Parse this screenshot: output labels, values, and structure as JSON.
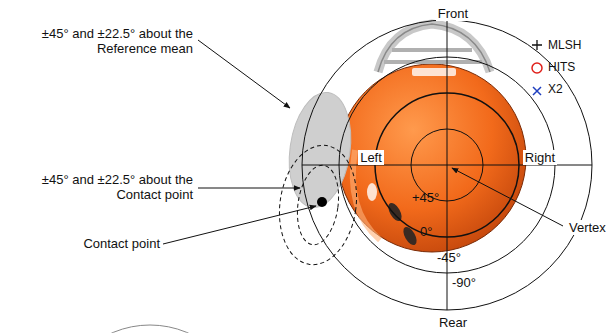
{
  "diagram": {
    "labels": [
      "±45° and ±22.5° about the Reference mean",
      "±45° and ±22.5° about the Contact point",
      "Contact point",
      "Front",
      "Left",
      "Right",
      "Rear",
      "+45°",
      "0°",
      "-45°",
      "-90°",
      "Vertex"
    ],
    "legend": [
      {
        "text": "MLSH"
      },
      {
        "text": "HITS"
      },
      {
        "text": "X2"
      }
    ]
  }
}
